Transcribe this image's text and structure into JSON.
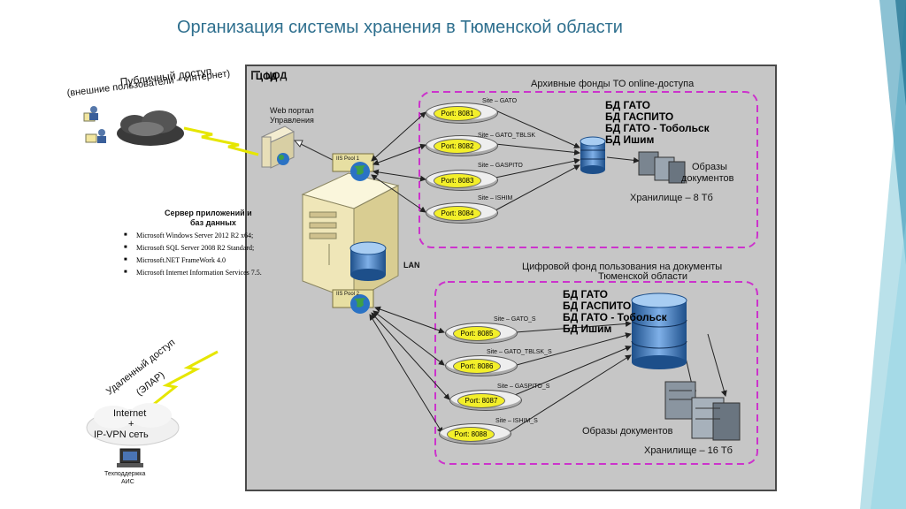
{
  "title": "Организация системы хранения в Тюменской области",
  "cod": {
    "label": "ЦОД"
  },
  "public_access": {
    "line1": "Публичный доступ",
    "line2": "(внешние пользователи – Интернет)"
  },
  "web_portal": {
    "line1": "Web портал",
    "line2": "Управления"
  },
  "iis_pool1": "IIS Pool 1",
  "iis_pool2": "IIS Pool 2",
  "lan": "LAN",
  "app_server": {
    "title1": "Сервер приложений и",
    "title2": "баз данных",
    "items": [
      "Microsoft Windows Server 2012 R2 x64;",
      "Microsoft SQL Server 2008 R2 Standard;",
      "Microsoft.NET FrameWork 4.0",
      "Microsoft Internet Information Services 7.5."
    ]
  },
  "archive_group": {
    "title": "Архивные  фонды ТО online-доступа",
    "sites": [
      {
        "site": "Site – GATO",
        "port": "Port:  8081"
      },
      {
        "site": "Site – GATO_TBLSK",
        "port": "Port:  8082"
      },
      {
        "site": "Site – GASPITO",
        "port": "Port:  8083"
      },
      {
        "site": "Site – ISHIM",
        "port": "Port:  8084"
      }
    ],
    "databases": [
      "БД ГАТО",
      "БД ГАСПИТО",
      "БД  ГАТО - Тобольск",
      "БД Ишим"
    ],
    "images": {
      "line1": "Образы",
      "line2": "документов"
    },
    "storage": "Хранилище – 8 Тб"
  },
  "digital_group": {
    "title1": "Цифровой фонд пользования на документы",
    "title2": "Тюменской области",
    "sites": [
      {
        "site": "Site – GATO_S",
        "port": "Port:  8085"
      },
      {
        "site": "Site – GATO_TBLSK_S",
        "port": "Port:  8086"
      },
      {
        "site": "Site – GASPITO_S",
        "port": "Port:  8087"
      },
      {
        "site": "Site – ISHIM_S",
        "port": "Port:  8088"
      }
    ],
    "databases": [
      "БД ГАТО",
      "БД ГАСПИТО",
      "БД  ГАТО - Тобольск",
      "БД Ишим"
    ],
    "images": "Образы документов",
    "storage": "Хранилище – 16 Тб"
  },
  "remote_access": {
    "line1": "Удаленный доступ",
    "line2": "(ЭЛАР)"
  },
  "internet": {
    "line1": "Internet",
    "line2": "+",
    "line3": "IP-VPN сеть"
  },
  "support": {
    "line1": "Техподдержка",
    "line2": "АИС"
  },
  "colors": {
    "title": "#2e6f8e",
    "dashed_group": "#cc33cc",
    "port_fill": "#f3ef2a",
    "cod_bg": "#c6c6c6"
  }
}
